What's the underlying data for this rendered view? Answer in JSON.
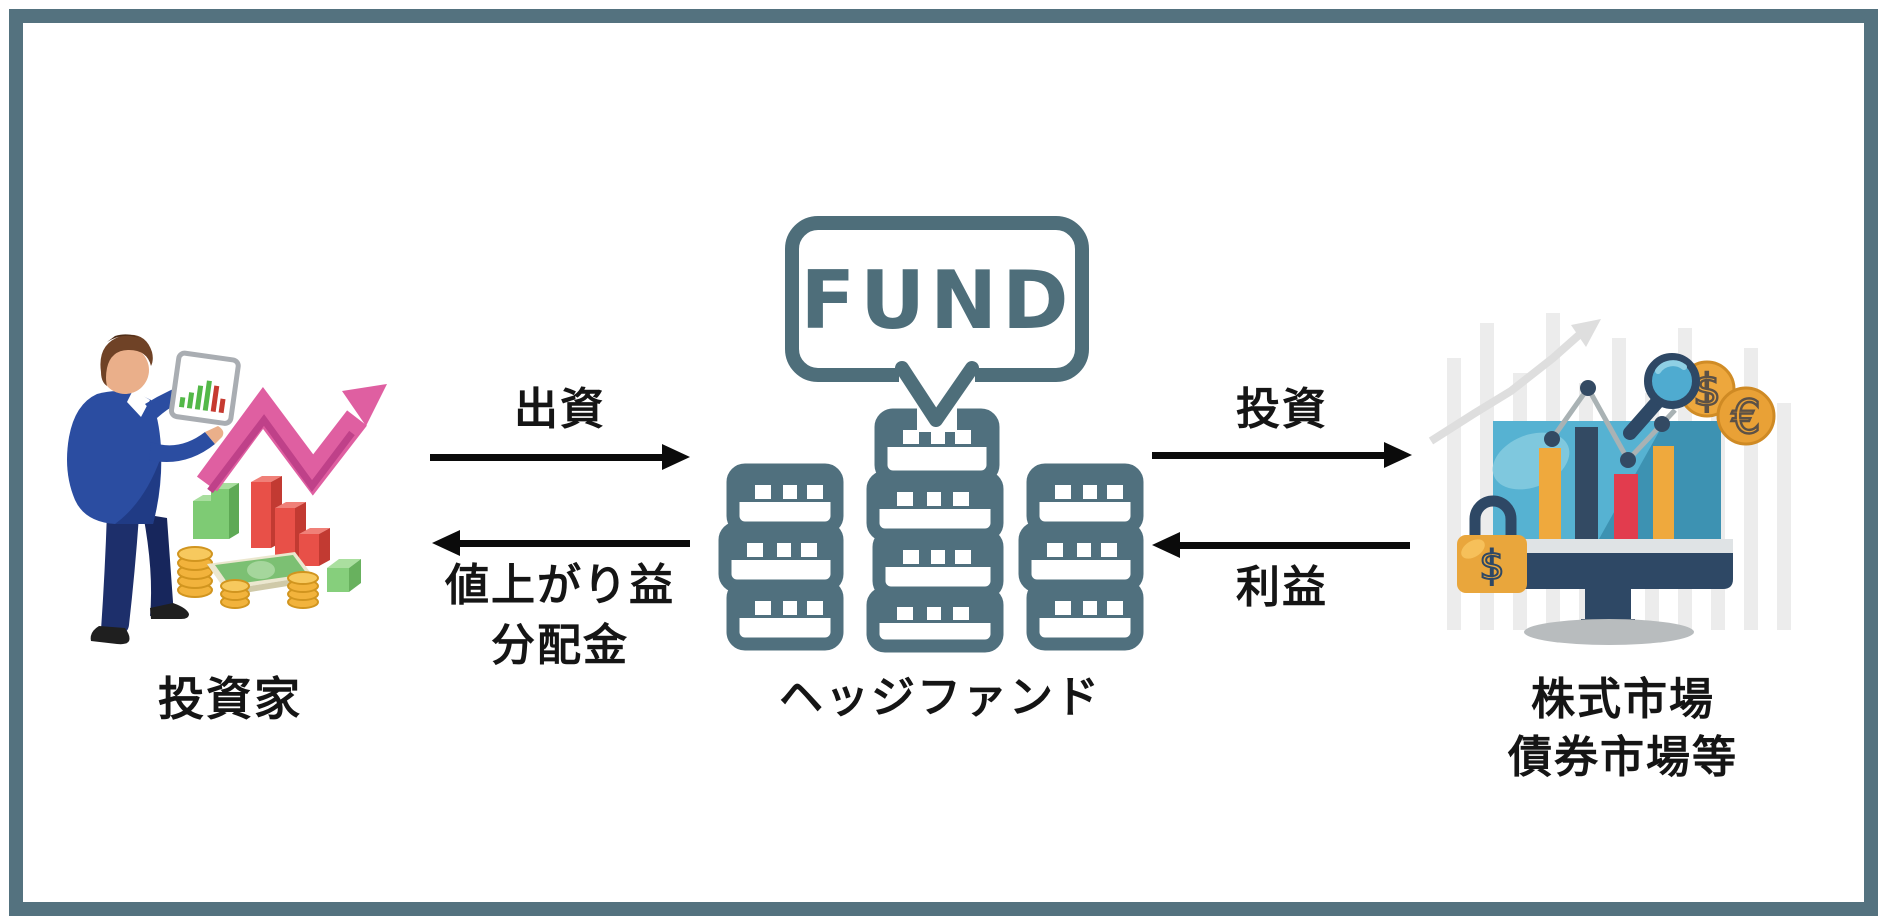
{
  "diagram": {
    "type": "flow-diagram",
    "nodes": {
      "investor": {
        "label": "投資家"
      },
      "hedge_fund": {
        "label": "ヘッジファンド",
        "bubble_text": "FUND"
      },
      "market": {
        "label_line1": "株式市場",
        "label_line2": "債券市場等"
      }
    },
    "flows": {
      "contribution": {
        "label": "出資",
        "from": "investor",
        "to": "hedge_fund",
        "direction": "right"
      },
      "returns": {
        "label_line1": "値上がり益",
        "label_line2": "分配金",
        "from": "hedge_fund",
        "to": "investor",
        "direction": "left"
      },
      "investment": {
        "label": "投資",
        "from": "hedge_fund",
        "to": "market",
        "direction": "right"
      },
      "profit": {
        "label": "利益",
        "from": "market",
        "to": "hedge_fund",
        "direction": "left"
      }
    },
    "symbols": {
      "dollar_coin": "$",
      "euro_coin": "€",
      "padlock_dollar": "$"
    },
    "colors": {
      "frame_teal": "#54727f",
      "icon_teal": "#50707e",
      "arrow_black": "#0b0b0b",
      "pink_arrow": "#df5fa1",
      "suit_blue": "#2b4da1",
      "gold": "#efa93d",
      "screen_blue": "#56b2d2",
      "navy": "#2e4865",
      "chart_red": "#e23c4e",
      "chart_green": "#7ecb74"
    }
  }
}
